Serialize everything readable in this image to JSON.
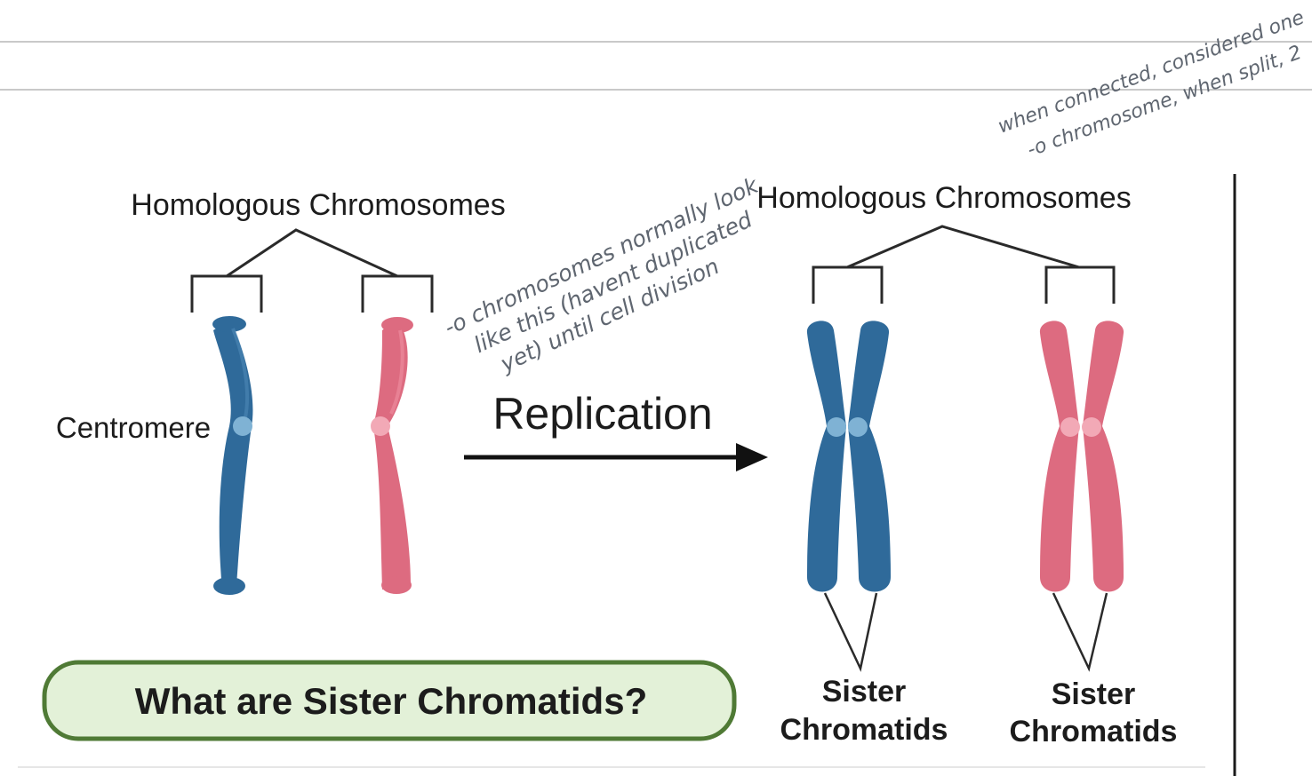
{
  "diagram": {
    "left_title": "Homologous Chromosomes",
    "right_title": "Homologous Chromosomes",
    "centromere_label": "Centromere",
    "arrow_label": "Replication",
    "sister_label_left": [
      "Sister",
      "Chromatids"
    ],
    "sister_label_right": [
      "Sister",
      "Chromatids"
    ],
    "question_box": "What are Sister Chromatids?",
    "colors": {
      "blue_chromosome": "#2f6a9a",
      "pink_chromosome": "#dd6b80",
      "question_fill": "#e3f1d8",
      "question_border": "#4f7a35"
    }
  },
  "annotations": {
    "middle_note": [
      "-o chromosomes normally look",
      "like this (havent duplicated",
      "yet) until cell division"
    ],
    "top_right_note": [
      "when connected, considered one",
      "-o chromosome, when split, 2"
    ]
  }
}
